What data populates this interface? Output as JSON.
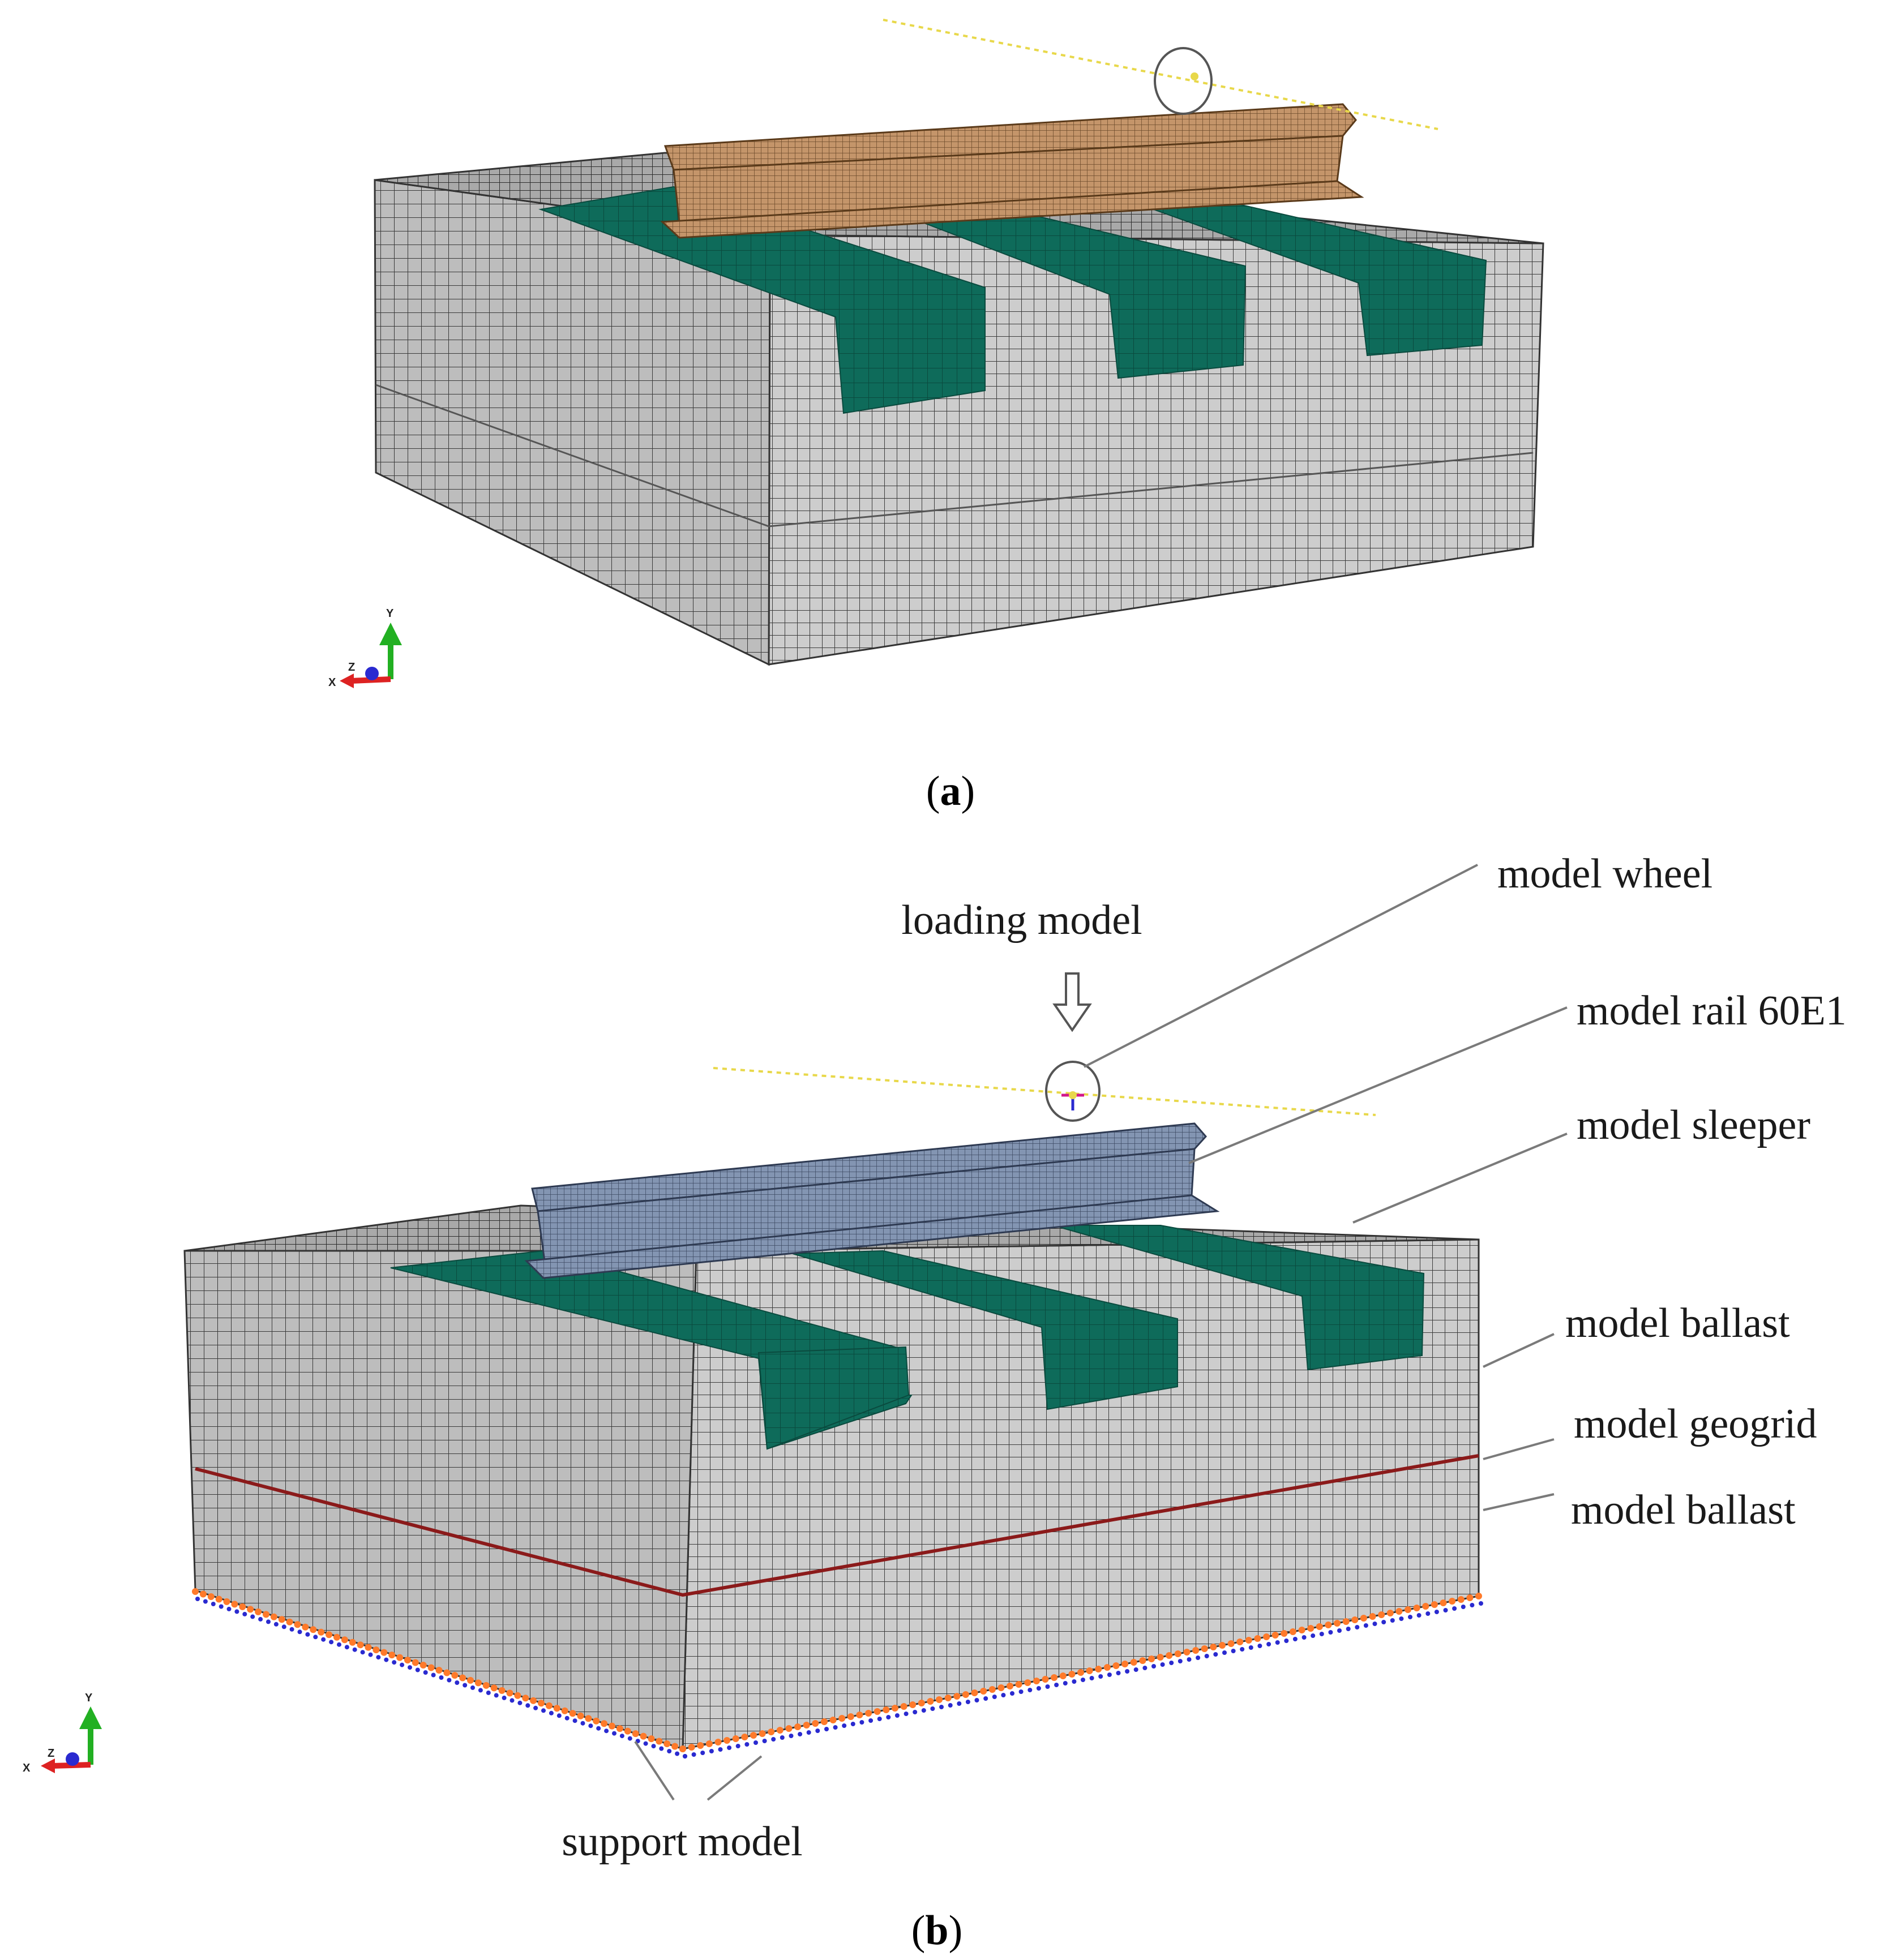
{
  "panel_a": {
    "caption_open": "(",
    "caption_letter": "a",
    "caption_close": ")",
    "axis": {
      "y": "Y",
      "z": "Z",
      "x": "X"
    }
  },
  "panel_b": {
    "caption_open": "(",
    "caption_letter": "b",
    "caption_close": ")",
    "axis": {
      "y": "Y",
      "z": "Z",
      "x": "X"
    },
    "labels": {
      "loading_model": "loading model",
      "model_wheel": "model wheel",
      "model_rail": "model rail 60E1",
      "model_sleeper": "model sleeper",
      "model_ballast_upper": "model ballast",
      "model_geogrid": "model geogrid",
      "model_ballast_lower": "model ballast",
      "support_model": "support model"
    }
  },
  "colors": {
    "mesh_fill": "#c8c8c8",
    "mesh_line": "#3a3a3a",
    "sleeper_green": "#0e6b5a",
    "rail_brown": "#c4956a",
    "rail_blue": "#7f93b0",
    "geogrid_red": "#8b1a1a",
    "support_orange": "#ff7a2a",
    "support_blue": "#2a2ad0",
    "guide_yellow": "#e8d84a",
    "leader_gray": "#777777"
  }
}
